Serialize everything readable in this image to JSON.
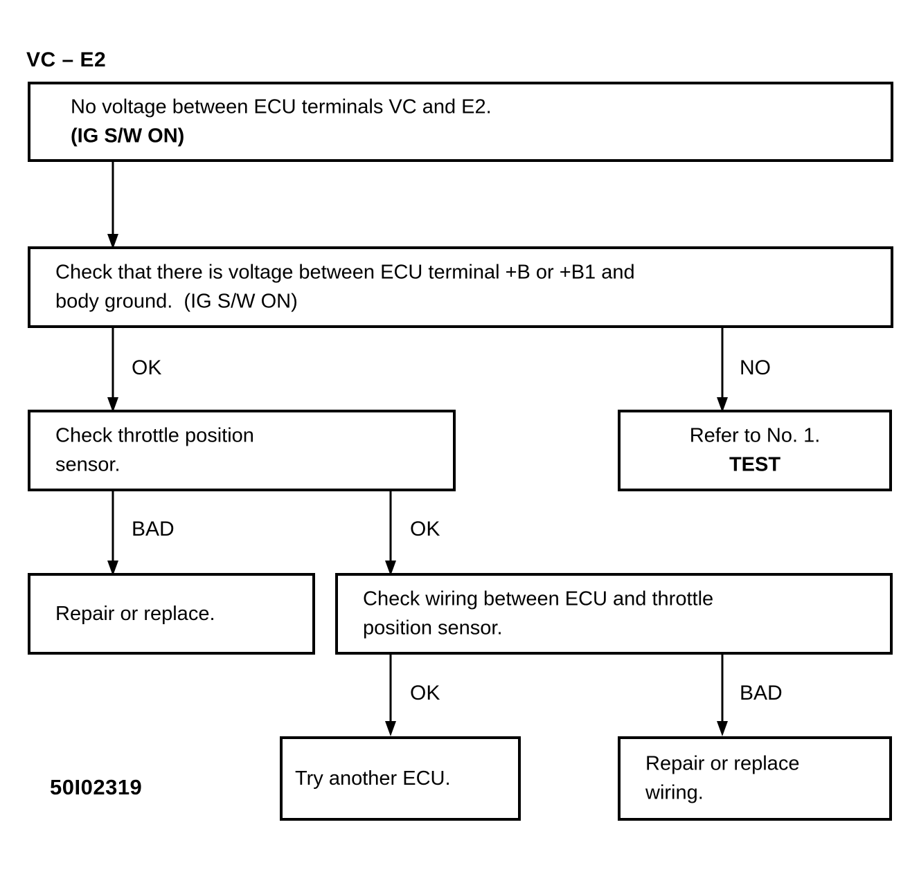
{
  "diagram": {
    "title": "VC – E2",
    "caption": "50I02319",
    "nodes": {
      "n1": {
        "line1": "No voltage between ECU terminals VC and E2.",
        "line2": "(IG S/W ON)"
      },
      "n2": {
        "line1": "Check that there is voltage between ECU terminal +B or +B1 and",
        "line2": "body ground.  (IG S/W ON)"
      },
      "n3": {
        "line1": "Check throttle position",
        "line2": "sensor."
      },
      "n4": {
        "line1": "Refer to No. 1.",
        "line2": "TEST"
      },
      "n5": {
        "line1": "Repair or replace."
      },
      "n6": {
        "line1": "Check wiring between ECU and throttle",
        "line2": "position sensor."
      },
      "n7": {
        "line1": "Try another ECU."
      },
      "n8": {
        "line1": "Repair or replace",
        "line2": "wiring."
      }
    },
    "edges": {
      "e1": {
        "label": ""
      },
      "e2": {
        "label": "OK"
      },
      "e3": {
        "label": "NO"
      },
      "e4": {
        "label": "BAD"
      },
      "e5": {
        "label": "OK"
      },
      "e6": {
        "label": "OK"
      },
      "e7": {
        "label": "BAD"
      }
    }
  }
}
